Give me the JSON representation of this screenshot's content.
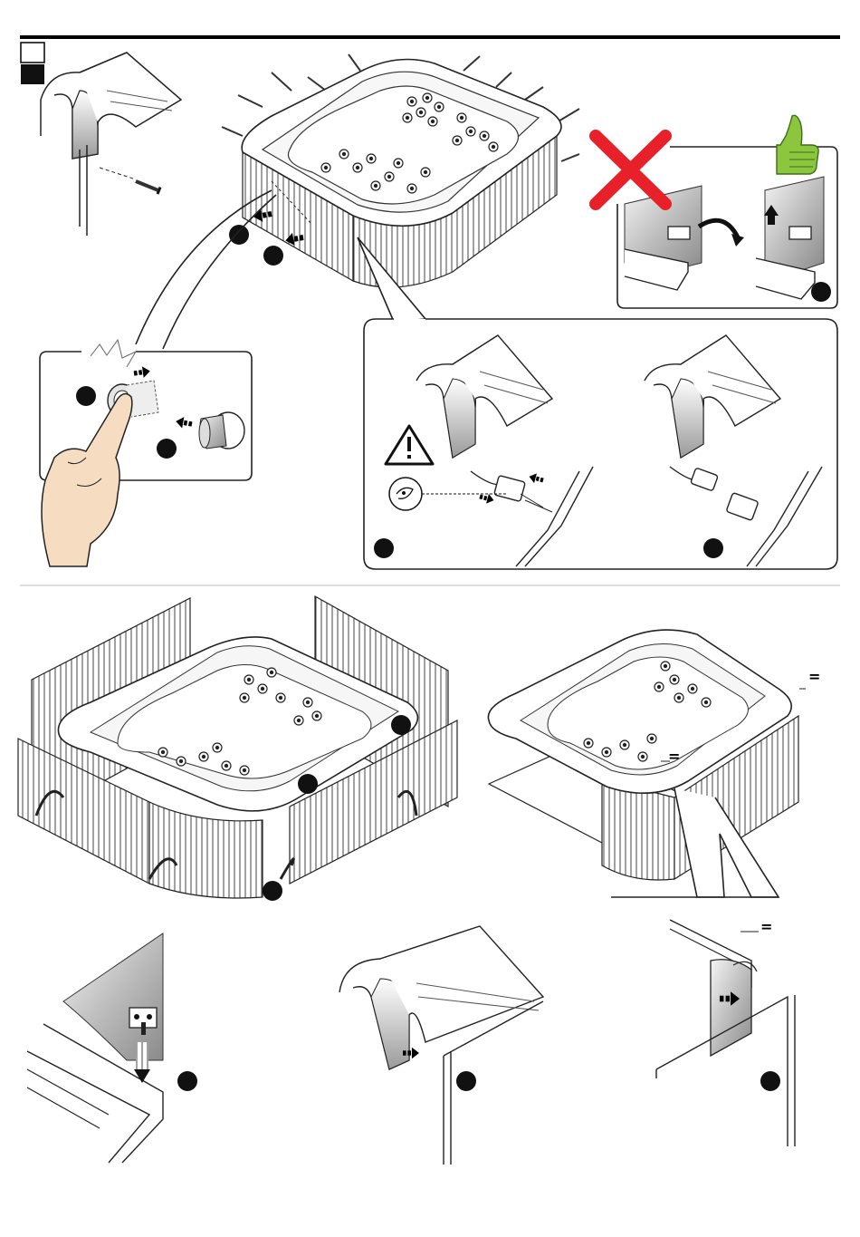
{
  "header": {
    "language_box_top": "",
    "language_box_bottom": ""
  },
  "steps": [
    {
      "id": "step-1",
      "label": ""
    },
    {
      "id": "step-2",
      "label": ""
    },
    {
      "id": "step-3",
      "label": ""
    },
    {
      "id": "step-4",
      "label": ""
    },
    {
      "id": "step-5",
      "label": ""
    },
    {
      "id": "step-6",
      "label": ""
    },
    {
      "id": "step-7",
      "label": ""
    },
    {
      "id": "step-8",
      "label": ""
    },
    {
      "id": "step-9",
      "label": ""
    },
    {
      "id": "step-10",
      "label": ""
    },
    {
      "id": "step-11",
      "label": ""
    },
    {
      "id": "step-12",
      "label": ""
    },
    {
      "id": "step-13",
      "label": ""
    }
  ],
  "marks": {
    "equal_top_right": "=",
    "equal_middle": "=",
    "equal_bottom_right": "="
  },
  "colors": {
    "wrong_cross": "#e8202a",
    "thumbs_up": "#8cc63f",
    "skin": "#f6dcc0",
    "panel_gray": "#c8c8c8"
  }
}
